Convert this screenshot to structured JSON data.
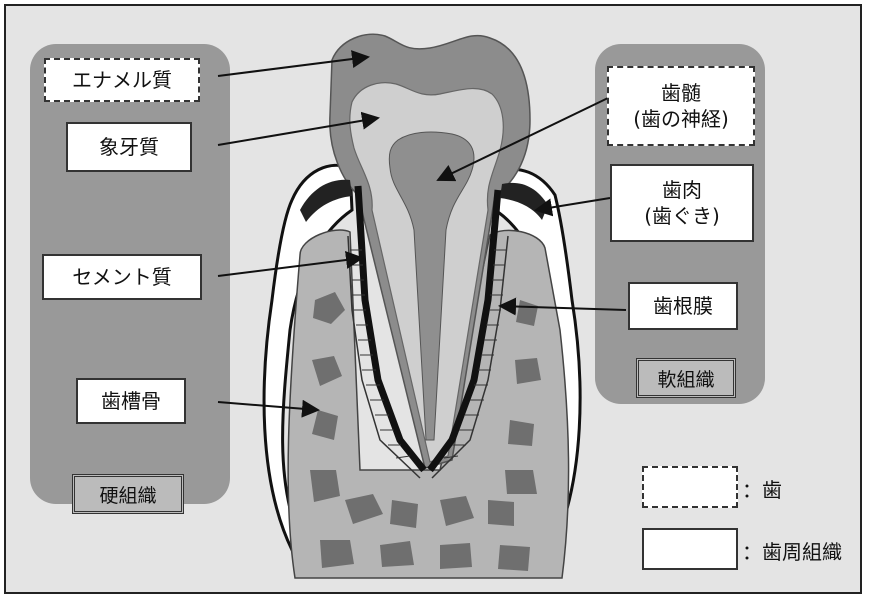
{
  "labels": {
    "enamel": "エナメル質",
    "dentin": "象牙質",
    "cementum": "セメント質",
    "alveolar_bone": "歯槽骨",
    "pulp": "歯髄\n(歯の神経)",
    "gingiva": "歯肉\n(歯ぐき)",
    "periodontal_ligament": "歯根膜"
  },
  "groups": {
    "hard_tissue": "硬組織",
    "soft_tissue": "軟組織"
  },
  "legend": {
    "tooth": "：歯",
    "periodontal_tissue": "：歯周組織"
  }
}
